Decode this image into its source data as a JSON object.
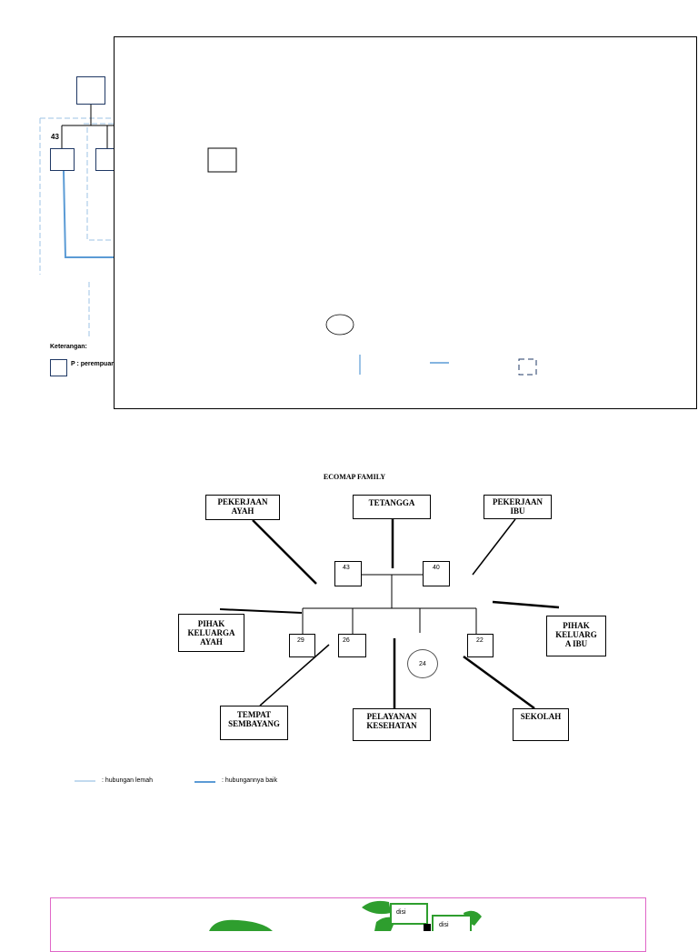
{
  "genogram": {
    "age_label": "43",
    "legend_title": "Keterangan:",
    "legend_female": "P : perempuan"
  },
  "ecomap": {
    "title": "ECOMAP FAMILY",
    "nodes": {
      "pekerjaan_ayah": "PEKERJAAN\nAYAH",
      "tetangga": "TETANGGA",
      "pekerjaan_ibu": "PEKERJAAN\nIBU",
      "pihak_keluarga_ayah": "PIHAK\nKELUARGA\nAYAH",
      "pihak_keluarga_ibu": "PIHAK\nKELUARG\nA IBU",
      "tempat_sembayang": "TEMPAT\nSEMBAYANG",
      "pelayanan_kesehatan": "PELAYANAN\nKESEHATAN",
      "sekolah": "SEKOLAH"
    },
    "ages": {
      "father": "43",
      "mother": "40",
      "child1": "29",
      "child2": "26",
      "child3": "24",
      "child4": "22"
    },
    "legend": {
      "weak": ": hubungan lemah",
      "good": ": hubungannya baik"
    }
  },
  "bottom": {
    "labels": [
      "disi",
      "disi"
    ]
  },
  "colors": {
    "line_blue": "#5b9bd5",
    "dash_blue": "#9dc3e6",
    "frame_pink": "#e066c8",
    "leaf_green": "#2e9e2e"
  }
}
